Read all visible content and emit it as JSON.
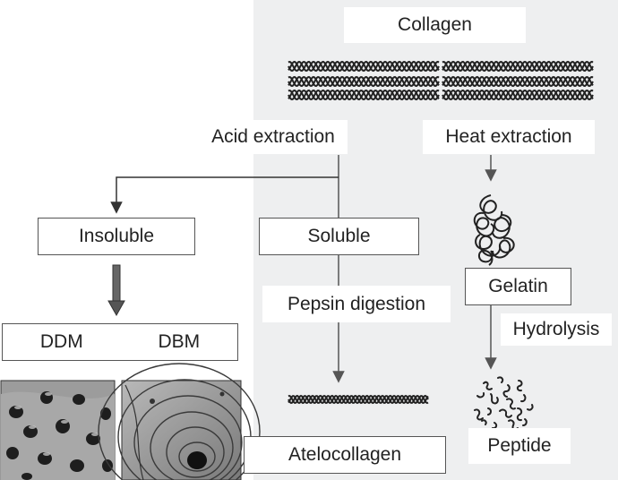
{
  "diagram": {
    "title": "Collagen",
    "acid_extraction": "Acid extraction",
    "heat_extraction": "Heat extraction",
    "insoluble": "Insoluble",
    "soluble": "Soluble",
    "pepsin_digestion": "Pepsin digestion",
    "gelatin": "Gelatin",
    "hydrolysis": "Hydrolysis",
    "ddm": "DDM",
    "dbm": "DBM",
    "atelocollagen": "Atelocollagen",
    "peptide": "Peptide"
  },
  "colors": {
    "panel_bg": "#eeeff0",
    "line": "#555555",
    "text": "#222222"
  }
}
